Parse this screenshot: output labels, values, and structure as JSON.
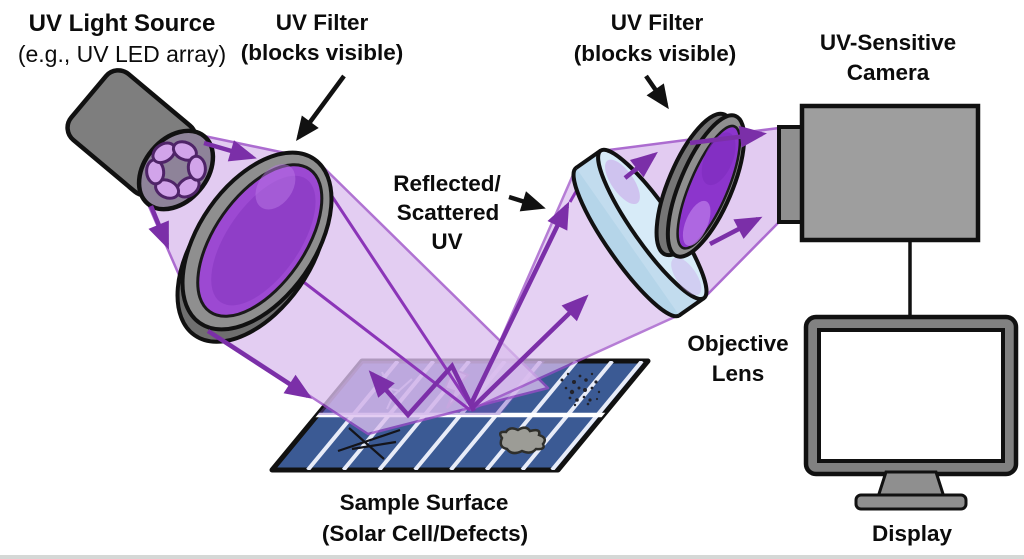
{
  "figure": {
    "description": "Schematic of UV inspection setup: UV light source through UV filter onto sample surface, reflected/scattered UV through objective lens and second UV filter into UV-sensitive camera connected to display"
  },
  "labels": {
    "light_source": {
      "line1": "UV Light Source",
      "line2": "(e.g., UV LED array)"
    },
    "filter1": {
      "line1": "UV Filter",
      "line2": "(blocks visible)"
    },
    "filter2": {
      "line1": "UV Filter",
      "line2": "(blocks visible)"
    },
    "reflected": {
      "line1": "Reflected/",
      "line2": "Scattered",
      "line3": "UV"
    },
    "camera": {
      "line1": "UV-Sensitive",
      "line2": "Camera"
    },
    "objective": {
      "line1": "Objective",
      "line2": "Lens"
    },
    "sample": {
      "line1": "Sample Surface",
      "line2": "(Solar Cell/Defects)"
    },
    "display": {
      "line1": "Display"
    }
  },
  "colors": {
    "beam_purple": "#dcc0ef",
    "beam_edge": "#9a4cc6",
    "arrow_purple": "#7b2fa8",
    "filter_glass": "#9c49d2",
    "filter2_glass": "#8c35cc",
    "panel_blue": "#3b5a94",
    "panel_tint": "#7a4fc0",
    "lens_blue": "#d7ebf8",
    "lens_side": "#b5d5e9",
    "metal_gray": "#9e9e9e",
    "rim_gray": "#8f8f8f",
    "led_purple": "#d2a4ea",
    "text_black": "#0c0c0c"
  }
}
